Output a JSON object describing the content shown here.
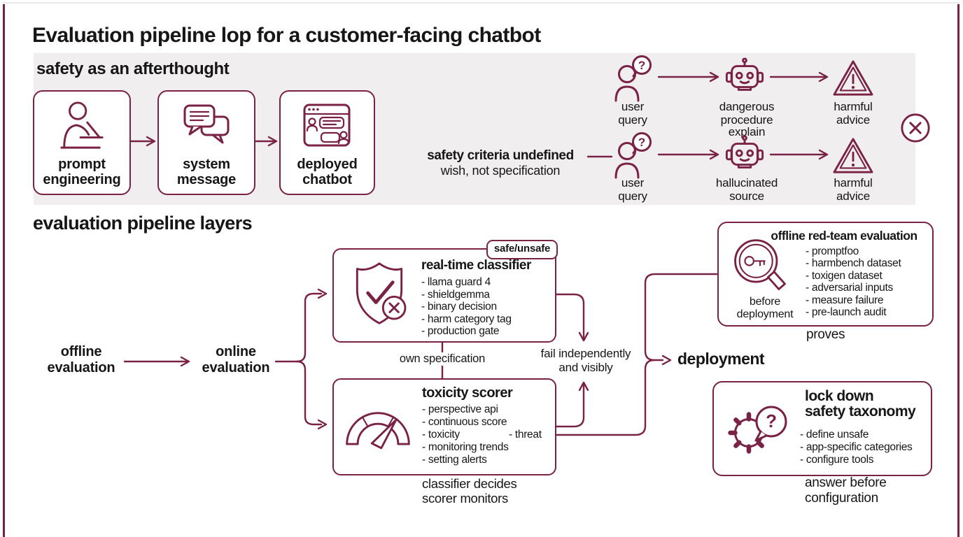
{
  "page": {
    "title": "Evaluation pipeline lop for a customer-facing chatbot"
  },
  "colors": {
    "accent": "#7a2245",
    "panel_bg": "#f0eeee",
    "text": "#161616"
  },
  "glyphs": {
    "question_mark": "?"
  },
  "afterthought": {
    "heading": "safety as an afterthought",
    "steps": [
      {
        "icon": "person-laptop-icon",
        "line1": "prompt",
        "line2": "engineering"
      },
      {
        "icon": "chat-bubbles-icon",
        "line1": "system",
        "line2": "message"
      },
      {
        "icon": "browser-chat-icon",
        "line1": "deployed",
        "line2": "chatbot"
      }
    ],
    "criteria_title": "safety criteria undefined",
    "criteria_sub": "wish, not specification",
    "rows": [
      {
        "source_line1": "user",
        "source_line2": "query",
        "outcome_line1": "dangerous",
        "outcome_line2": "procedure explain",
        "result_line1": "harmful",
        "result_line2": "advice"
      },
      {
        "source_line1": "user",
        "source_line2": "query",
        "outcome_line1": "hallucinated",
        "outcome_line2": "source",
        "result_line1": "harmful",
        "result_line2": "advice"
      }
    ]
  },
  "layers": {
    "heading": "evaluation pipeline layers",
    "offline_line1": "offline",
    "offline_line2": "evaluation",
    "online_line1": "online",
    "online_line2": "evaluation",
    "classifier": {
      "tag": "safe/unsafe",
      "title": "real-time classifier",
      "items": [
        "- llama guard 4",
        "- shieldgemma",
        "- binary decision",
        "- harm category tag",
        "- production gate"
      ]
    },
    "own_spec": "own specification",
    "scorer": {
      "title": "toxicity scorer",
      "items": [
        "- perspective api",
        "- continuous score",
        "- toxicity",
        "- monitoring trends",
        "- setting alerts"
      ],
      "item_right": "- threat",
      "note_line1": "classifier decides",
      "note_line2": "scorer monitors"
    },
    "fail_line1": "fail independently",
    "fail_line2": "and visibly",
    "deployment": "deployment",
    "redteam": {
      "title": "offline red-team evaluation",
      "items": [
        "- promptfoo",
        "- harmbench dataset",
        "- toxigen dataset",
        "- adversarial inputs",
        "- measure failure",
        "- pre-launch audit"
      ],
      "caption_line1": "before",
      "caption_line2": "deployment",
      "note": "proves"
    },
    "taxonomy": {
      "title_line1": "lock down",
      "title_line2": "safety taxonomy",
      "items": [
        "- define unsafe",
        "- app-specific categories",
        "- configure tools"
      ],
      "note_line1": "answer before",
      "note_line2": "configuration"
    }
  }
}
